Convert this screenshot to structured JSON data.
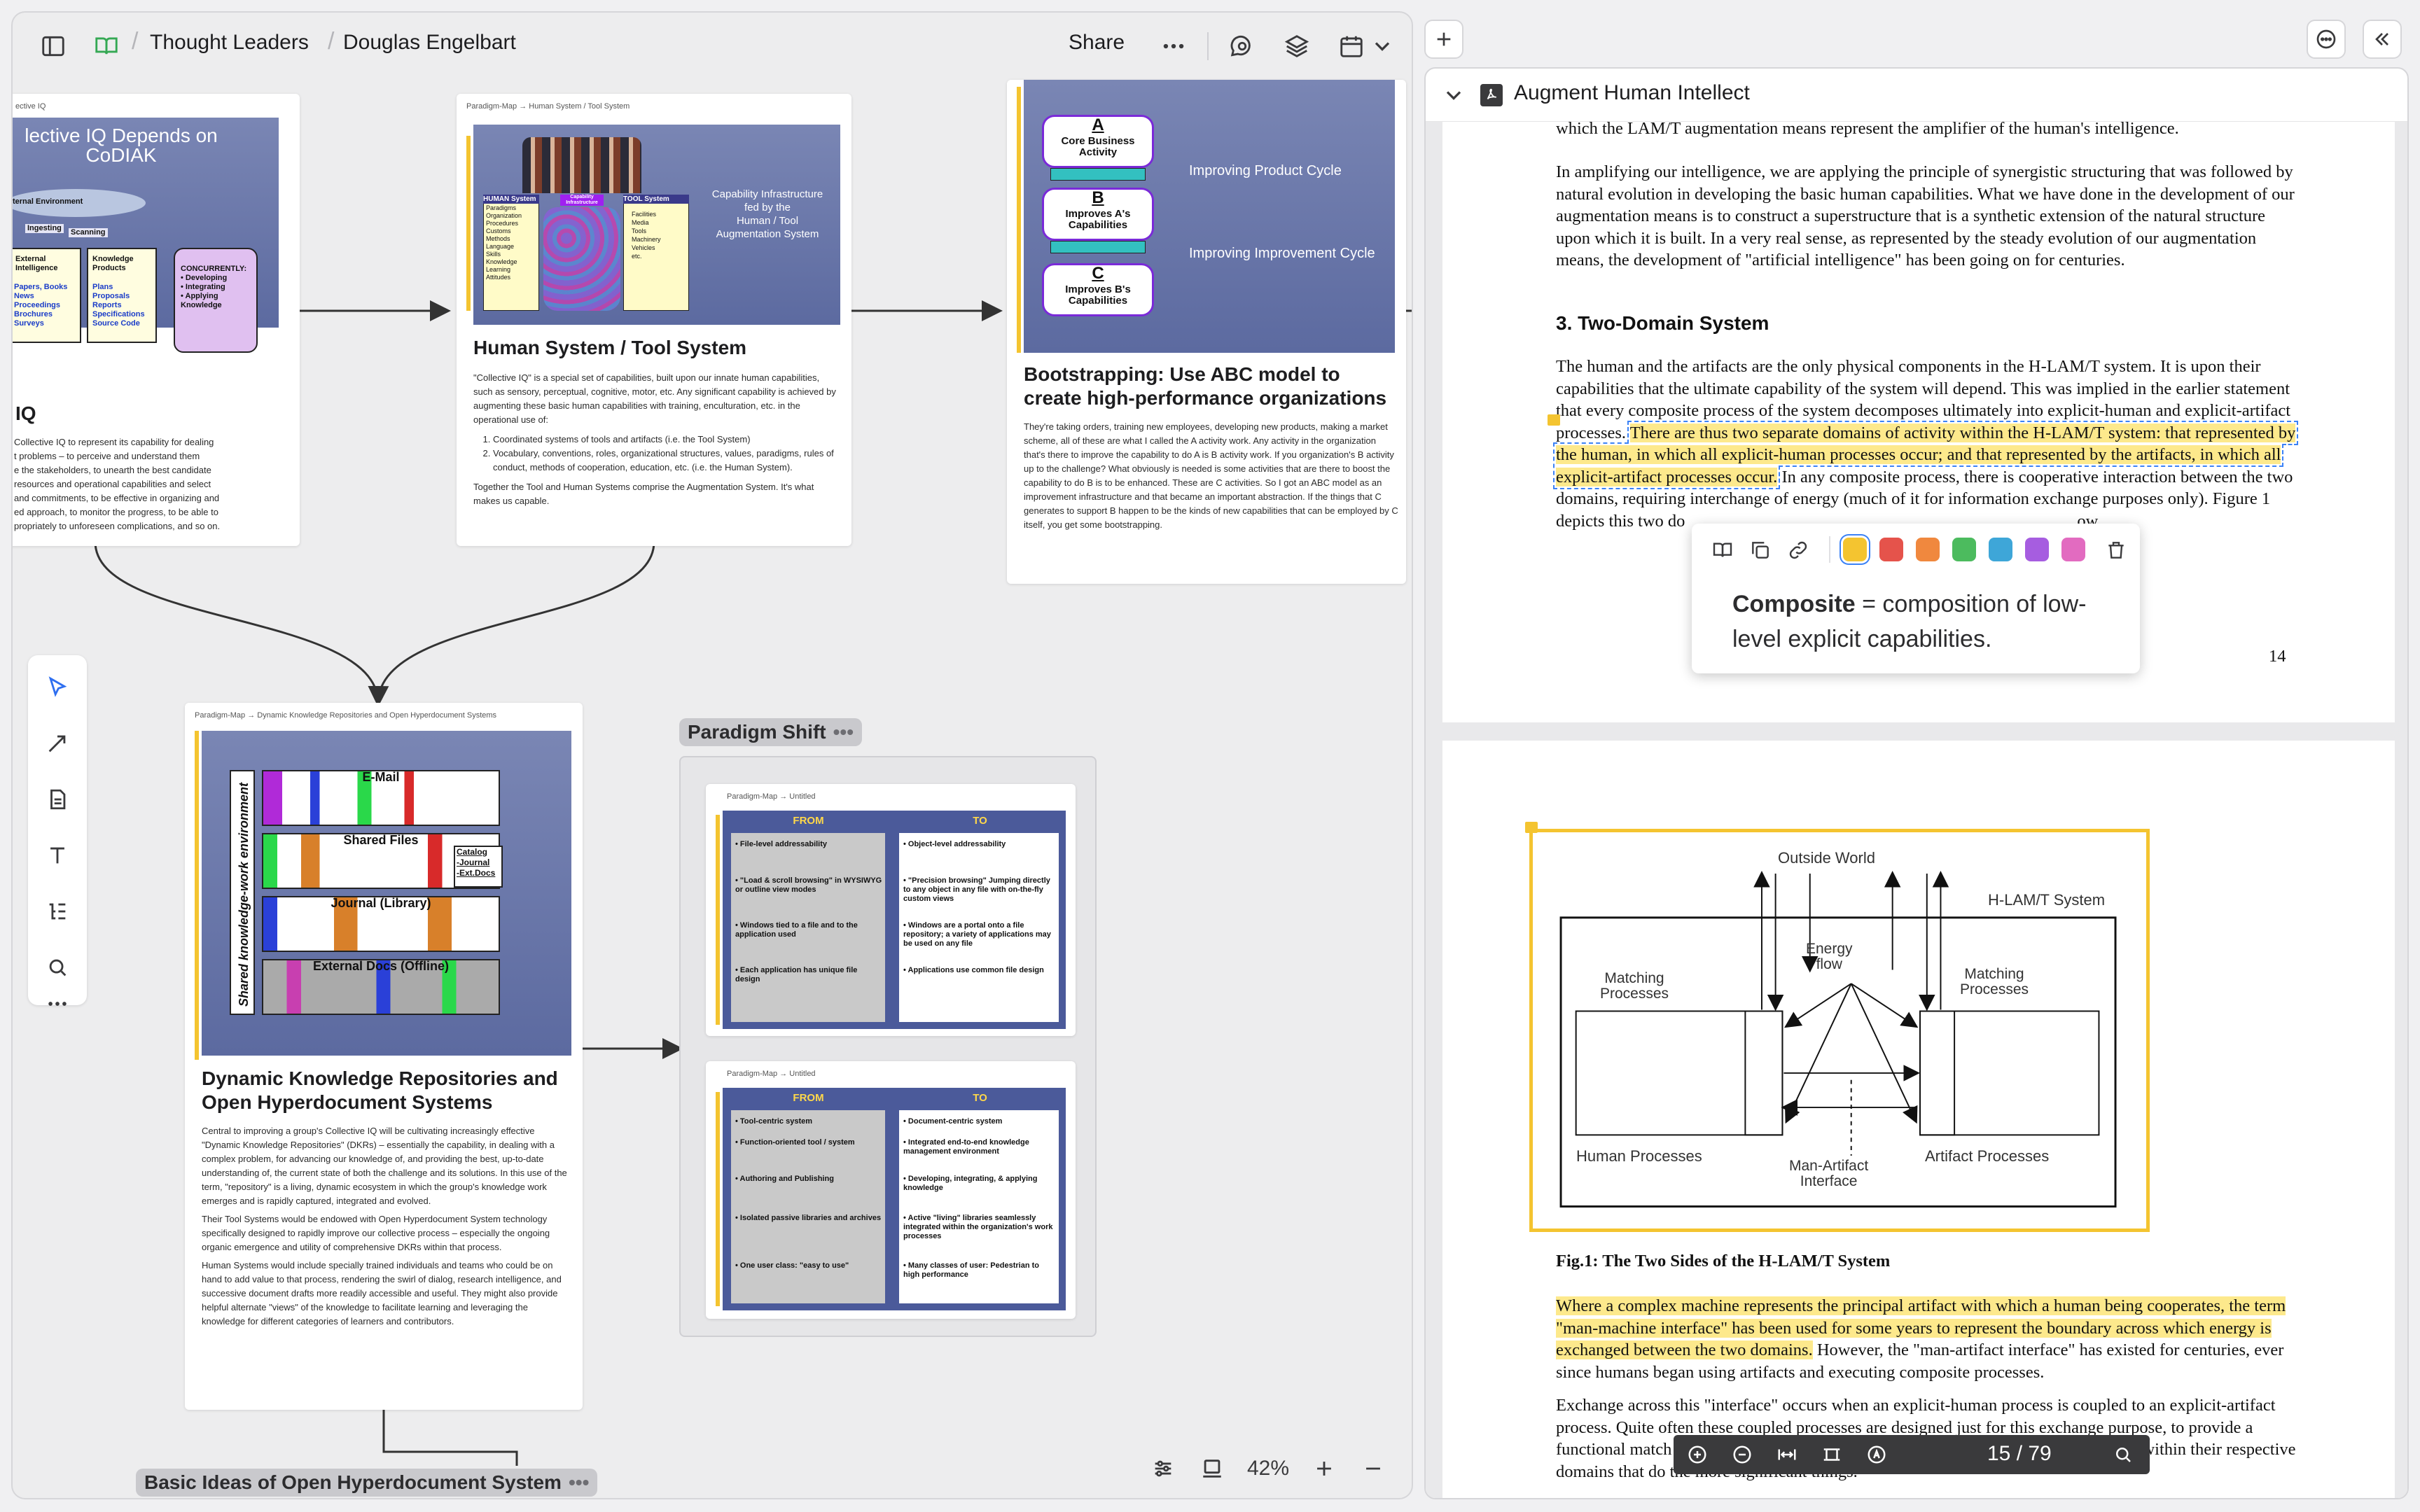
{
  "breadcrumb": {
    "workspace": "Thought Leaders",
    "page": "Douglas Engelbart"
  },
  "toolbar": {
    "share_label": "Share"
  },
  "zoom": {
    "level": "42%"
  },
  "cards": {
    "collective_iq": {
      "path": "ective IQ",
      "slide_title": "lective IQ Depends on\nCoDIAK",
      "slide_ext_env": "ternal Environment",
      "slide_ingesting": "Ingesting",
      "slide_scanning": "Scanning",
      "slide_external": "External\nIntelligence",
      "slide_knowledge": "Knowledge\nProducts",
      "slide_ext_list": "Papers, Books\nNews\nProceedings\nBrochures\nSurveys",
      "slide_kp_list": "Plans\nProposals\nReports\nSpecifications\nSource Code",
      "slide_concurrently": "CONCURRENTLY:\n• Developing\n• Integrating\n• Applying\nKnowledge",
      "title": "IQ",
      "body": "Collective IQ to represent its capability for dealing\nt problems – to perceive and understand them\ne the stakeholders, to unearth the best candidate\nresources and operational capabilities and select\nand commitments, to be effective in organizing and\ned approach, to monitor the progress, to be able to\npropriately to unforeseen complications, and so on."
    },
    "human_tool": {
      "path": "Paradigm-Map → Human System / Tool System",
      "slide_caption": "Capability Infrastructure\nfed by the\nHuman / Tool\nAugmentation System",
      "slide_human_head": "HUMAN System",
      "slide_tool_head": "TOOL System",
      "slide_cap_head": "Capability\nInfrastructure",
      "slide_human_list": "Paradigms\nOrganization\nProcedures\nCustoms\nMethods\nLanguage\nSkills\nKnowledge\nLearning\nAttitudes",
      "slide_tool_list": "Facilities\nMedia\nTools\nMachinery\nVehicles\netc.",
      "title": "Human System / Tool System",
      "intro": "\"Collective IQ\" is a special set of capabilities, built upon our innate human capabilities, such as sensory, perceptual, cognitive, motor, etc. Any significant capability is achieved by augmenting these basic human capabilities with training, enculturation, etc. in the operational use of:",
      "items": [
        "Coordinated systems of tools and artifacts (i.e. the Tool System)",
        "Vocabulary, conventions, roles, organizational structures, values, paradigms, rules of conduct, methods of cooperation, education, etc. (i.e. the Human System)."
      ],
      "outro": "Together the Tool and Human Systems comprise the Augmentation System. It's what makes us capable."
    },
    "bootstrapping": {
      "slide_a_letter": "A",
      "slide_a_label": "Core Business\nActivity",
      "slide_b_letter": "B",
      "slide_b_label": "Improves A's\nCapabilities",
      "slide_c_letter": "C",
      "slide_c_label": "Improves B's\nCapabilities",
      "slide_product_cycle": "Improving Product Cycle",
      "slide_improvement_cycle": "Improving Improvement Cycle",
      "title": "Bootstrapping: Use ABC model to create high-performance organizations",
      "body": "They're taking orders, training new employees, developing new products, making a market scheme, all of these are what I called the A activity work. Any activity in the organization that's there to improve the capability to do A is B activity work. If you organization's B activity up to the challenge? What obviously is needed is some activities that are there to boost the capability to do B is to be enhanced. These are C activities. So I got an ABC model as an improvement infrastructure and that became an important abstraction. If the things that C generates to support B happen to be the kinds of new capabilities that can be employed by C itself, you get some bootstrapping."
    },
    "dkr": {
      "path": "Paradigm-Map → Dynamic Knowledge Repositories and Open Hyperdocument Systems",
      "slide_vertical": "Shared knowledge-work environment",
      "slide_email": "E-Mail",
      "slide_shared_files": "Shared Files",
      "slide_journal_library": "Journal (Library)",
      "slide_external_docs": "External Docs (Offline)",
      "slide_catalog": "Catalog\n-Journal\n-Ext.Docs",
      "title": "Dynamic Knowledge Repositories and Open Hyperdocument Systems",
      "p1": "Central to improving a group's Collective IQ will be cultivating increasingly effective \"Dynamic Knowledge Repositories\" (DKRs) – essentially the capability, in dealing with a complex problem, for advancing our knowledge of, and providing the best, up-to-date understanding of, the current state of both the challenge and its solutions. In this use of the term, \"repository\" is a living, dynamic ecosystem in which the group's knowledge work emerges and is rapidly captured, integrated and evolved.",
      "p2": "Their Tool Systems would be endowed with Open Hyperdocument System technology specifically designed to rapidly improve our collective process – especially the ongoing organic emergence and utility of comprehensive DKRs within that process.",
      "p3": "Human Systems would include specially trained individuals and teams who could be on hand to add value to that process, rendering the swirl of dialog, research intelligence, and successive document drafts more readily accessible and useful. They might also provide helpful alternate \"views\" of the knowledge to facilitate learning and leveraging the knowledge for different categories of learners and contributors."
    },
    "shift_1": {
      "path": "Paradigm-Map → Untitled",
      "from_head": "FROM",
      "to_head": "TO",
      "from_items": [
        "• File-level addressability",
        "• \"Load & scroll browsing\" in WYSIWYG or outline view modes",
        "• Windows tied to a file and to the application used",
        "• Each application has unique file design"
      ],
      "to_items": [
        "• Object-level addressability",
        "• \"Precision browsing\" Jumping directly to any object in any file with on-the-fly custom views",
        "• Windows are a portal onto a file repository; a variety of applications may be used on any file",
        "• Applications use common file design"
      ]
    },
    "shift_2": {
      "path": "Paradigm-Map → Untitled",
      "from_head": "FROM",
      "to_head": "TO",
      "from_items": [
        "• Tool-centric system",
        "• Function-oriented tool / system",
        "• Authoring and Publishing",
        "• Isolated passive libraries and archives",
        "• One user class: \"easy to use\""
      ],
      "to_items": [
        "• Document-centric system",
        "• Integrated end-to-end knowledge management environment",
        "• Developing, integrating, & applying knowledge",
        "• Active \"living\" libraries seamlessly integrated within the organization's work processes",
        "• Many classes of user: Pedestrian to high performance"
      ]
    }
  },
  "groups": {
    "paradigm_shift": "Paradigm Shift",
    "basic_ideas": "Basic Ideas of Open Hyperdocument System"
  },
  "document": {
    "title": "Augment Human Intellect",
    "page1": {
      "line_top": "which the LAM/T augmentation means represent the amplifier of the human's intelligence.",
      "para1": "In amplifying our intelligence, we are applying the principle of synergistic structuring that was followed by natural evolution in developing the basic human capabilities. What we have done in the development of our augmentation means is to construct a superstructure that is a synthetic extension of the natural structure upon which it is built. In a very real sense, as represented by the steady evolution of our augmentation means, the development of \"artificial intelligence\" has been going on for centuries.",
      "heading": "3. Two-Domain System",
      "para2_a": "The human and the artifacts are the only physical components in the H-LAM/T system. It is upon their capabilities that the ultimate capability of the system will depend. This was implied in the earlier statement that every composite process of the system decomposes ultimately into explicit-human and explicit-artifact processes.",
      "para2_hl": "There are thus two separate domains of activity within the H-LAM/T system: that represented by the human, in which all explicit-human processes occur; and that represented by the artifacts, in which all explicit-artifact processes occur.",
      "para2_b": "In any composite process, there is cooperative interaction between the two domains, requiring interchange of energy (much of it for information exchange purposes only). Figure 1 depicts this two do",
      "para2_end": "ow.",
      "page_number": "14"
    },
    "page2": {
      "fig_outside_world": "Outside World",
      "fig_hlamt": "H-LAM/T System",
      "fig_energy_flow": "Energy\nflow",
      "fig_matching_left": "Matching\nProcesses",
      "fig_matching_right": "Matching\nProcesses",
      "fig_human_processes": "Human Processes",
      "fig_artifact_processes": "Artifact Processes",
      "fig_interface": "Man-Artifact\nInterface",
      "caption": "Fig.1: The Two Sides of the H-LAM/T System",
      "para1_hl": "Where a complex machine represents the principal artifact with which a human being cooperates, the term \"man-machine interface\" has been used for some years to represent the boundary across which energy is exchanged between the two domains.",
      "para1_b": "However, the \"man-artifact interface\" has existed for centuries, ever since humans began using artifacts and executing composite processes.",
      "para2": "Exchange across this \"interface\" occurs when an explicit-human process is coupled to an explicit-artifact process. Quite often these coupled processes are designed just for this exchange purpose, to provide a functional match between other explicit-human and explicit-artifact processes buried within their respective domains that do the more significant things."
    }
  },
  "annotation_popup": {
    "term": "Composite",
    "definition": " = composition of low-level explicit capabilities.",
    "colors": [
      "#f4c430",
      "#e5534b",
      "#f0883e",
      "#4cbb5e",
      "#3ea6d8",
      "#a65de0",
      "#e26bc0"
    ]
  },
  "pdf_toolbar": {
    "page_indicator": "15 / 79"
  }
}
